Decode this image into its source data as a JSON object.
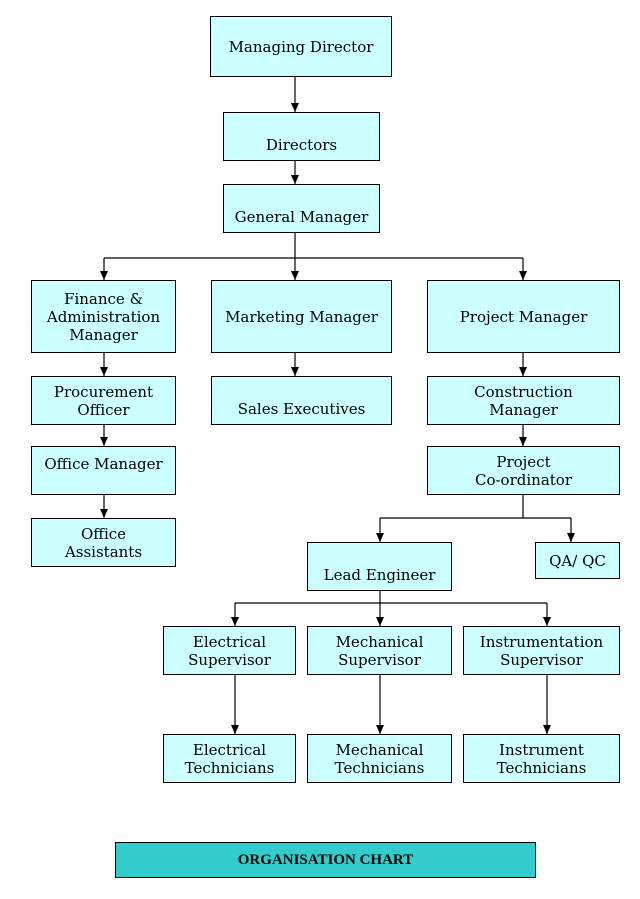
{
  "colors": {
    "box_fill": "#ccffff",
    "title_fill": "#33cccc",
    "line": "#000000"
  },
  "chart_title": "ORGANISATION CHART",
  "nodes": {
    "md": {
      "label": "Managing Director"
    },
    "dir": {
      "label": "Directors"
    },
    "gm": {
      "label": "General Manager"
    },
    "fam": {
      "label": "Finance &\nAdministration\nManager"
    },
    "po": {
      "label": "Procurement\nOfficer"
    },
    "om": {
      "label": "Office Manager"
    },
    "oa": {
      "label": "Office\nAssistants"
    },
    "mm": {
      "label": "Marketing Manager"
    },
    "se": {
      "label": "Sales Executives"
    },
    "pm": {
      "label": "Project Manager"
    },
    "cm": {
      "label": "Construction\nManager"
    },
    "pc": {
      "label": "Project\nCo-ordinator"
    },
    "le": {
      "label": "Lead Engineer"
    },
    "qaqc": {
      "label": "QA/  QC"
    },
    "es": {
      "label": "Electrical\nSupervisor"
    },
    "ms": {
      "label": "Mechanical\nSupervisor"
    },
    "is": {
      "label": "Instrumentation\nSupervisor"
    },
    "et": {
      "label": "Electrical\nTechnicians"
    },
    "mt": {
      "label": "Mechanical\nTechnicians"
    },
    "it": {
      "label": "Instrument\nTechnicians"
    }
  },
  "edges": [
    [
      "md",
      "dir"
    ],
    [
      "dir",
      "gm"
    ],
    [
      "gm",
      "fam"
    ],
    [
      "gm",
      "mm"
    ],
    [
      "gm",
      "pm"
    ],
    [
      "fam",
      "po"
    ],
    [
      "po",
      "om"
    ],
    [
      "om",
      "oa"
    ],
    [
      "mm",
      "se"
    ],
    [
      "pm",
      "cm"
    ],
    [
      "cm",
      "pc"
    ],
    [
      "pc",
      "le"
    ],
    [
      "pc",
      "qaqc"
    ],
    [
      "le",
      "es"
    ],
    [
      "le",
      "ms"
    ],
    [
      "le",
      "is"
    ],
    [
      "es",
      "et"
    ],
    [
      "ms",
      "mt"
    ],
    [
      "is",
      "it"
    ]
  ]
}
